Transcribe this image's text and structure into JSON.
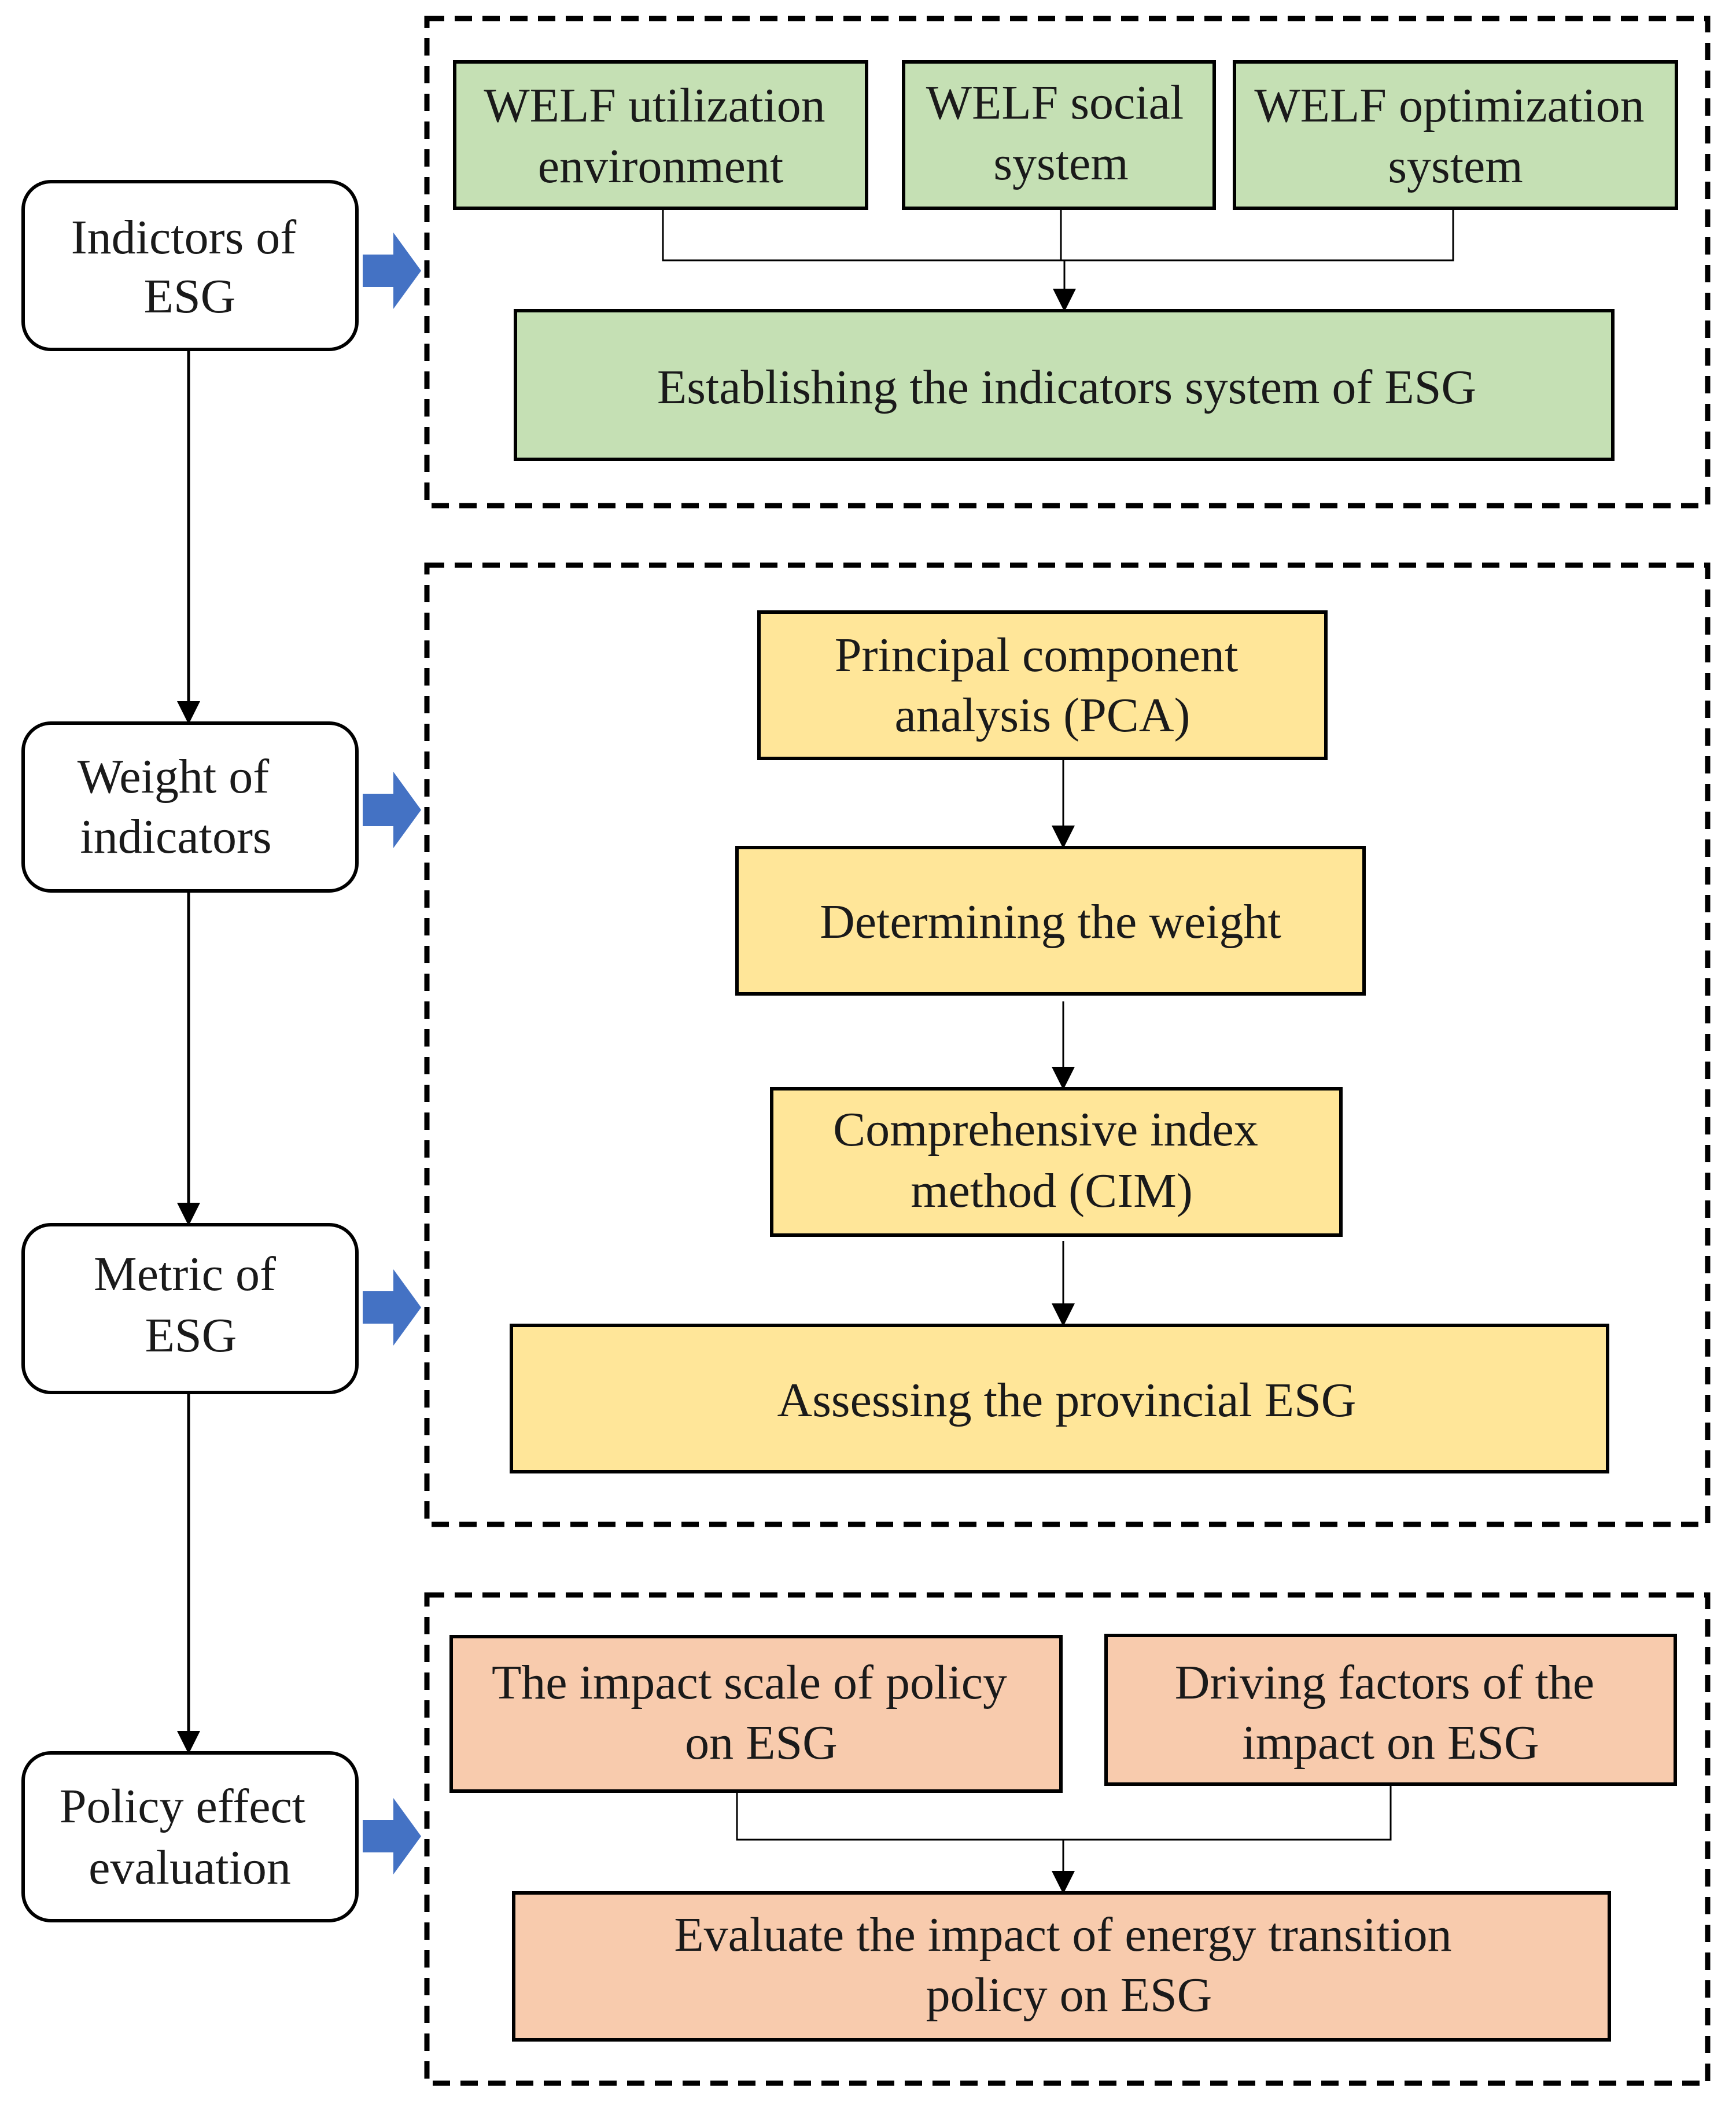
{
  "steps": [
    {
      "lines": [
        "Indictors of",
        "ESG"
      ]
    },
    {
      "lines": [
        "Weight of",
        "indicators"
      ]
    },
    {
      "lines": [
        "Metric of",
        "ESG"
      ]
    },
    {
      "lines": [
        "Policy effect",
        "evaluation"
      ]
    }
  ],
  "section1": {
    "inputs": [
      {
        "lines": [
          "WELF utilization",
          "environment"
        ]
      },
      {
        "lines": [
          "WELF social",
          "system"
        ]
      },
      {
        "lines": [
          "WELF optimization",
          "system"
        ]
      }
    ],
    "result": {
      "lines": [
        "Establishing the indicators system of ESG"
      ]
    }
  },
  "section2": {
    "items": [
      {
        "lines": [
          "Principal  component",
          "analysis (PCA)"
        ]
      },
      {
        "lines": [
          "Determining the weight"
        ]
      },
      {
        "lines": [
          "Comprehensive index",
          "method  (CIM)"
        ]
      },
      {
        "lines": [
          "Assessing the provincial  ESG"
        ]
      }
    ]
  },
  "section3": {
    "inputs": [
      {
        "lines": [
          "The impact scale of policy",
          "on ESG"
        ]
      },
      {
        "lines": [
          "Driving  factors of the",
          "impact on ESG"
        ]
      }
    ],
    "result": {
      "lines": [
        "Evaluate the impact of energy transition",
        "policy on ESG"
      ]
    }
  },
  "colors": {
    "green_fill": "#c5e0b4",
    "yellow_fill": "#ffe699",
    "salmon_fill": "#f8cbad",
    "arrow_blue": "#4472c4",
    "stroke": "#000000"
  }
}
